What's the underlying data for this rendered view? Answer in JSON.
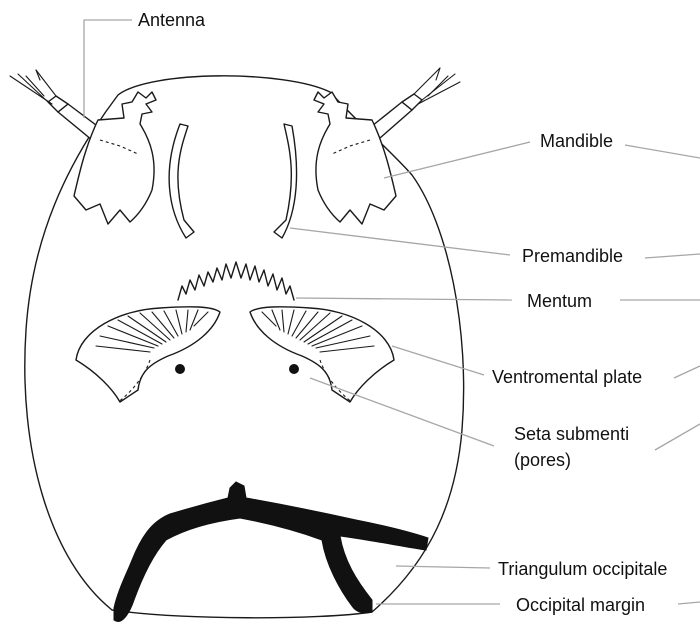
{
  "labels": {
    "antenna": "Antenna",
    "mandible": "Mandible",
    "premandible": "Premandible",
    "mentum": "Mentum",
    "ventromental_plate": "Ventromental plate",
    "seta_submenti_line1": "Seta submenti",
    "seta_submenti_line2": "(pores)",
    "triangulum_occipitale": "Triangulum occipitale",
    "occipital_margin": "Occipital margin"
  },
  "colors": {
    "outline": "#1a1a1a",
    "leader_line": "#a6a6a6",
    "occipital_fill": "#111111",
    "text": "#111111"
  }
}
